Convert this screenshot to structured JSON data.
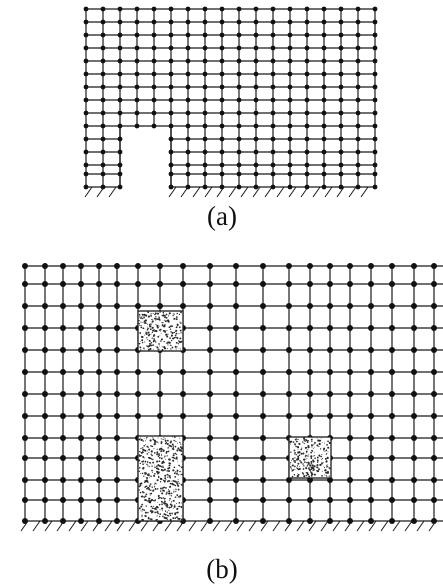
{
  "figure": {
    "panels": [
      {
        "id": "a",
        "caption": "(a)",
        "has_opening": true
      },
      {
        "id": "b",
        "caption": "(b)",
        "has_infill_patches": true
      }
    ]
  },
  "colors": {
    "line": "#1a1a1a",
    "node": "#111111",
    "background": "#ffffff",
    "infill": "#2a2a2a"
  },
  "icons": [
    "ground-support-hatch-icon",
    "node-dot-icon",
    "infill-speckle-icon"
  ]
}
